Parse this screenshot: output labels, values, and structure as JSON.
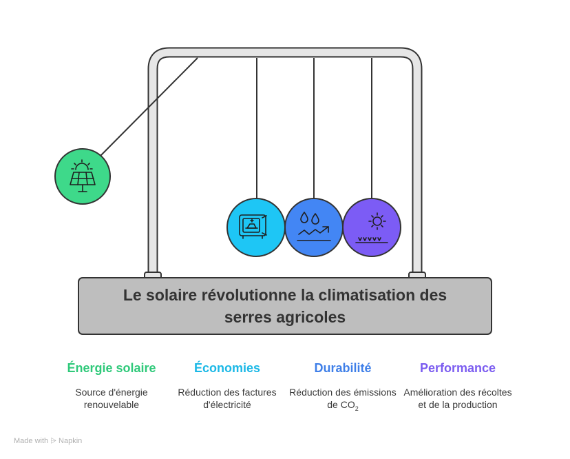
{
  "title": "Le solaire révolutionne la climatisation des serres agricoles",
  "colors": {
    "green": "#3ed98a",
    "cyan": "#1ec6f5",
    "blue": "#4386f4",
    "purple": "#7c5cf5",
    "frame": "#e6e6e6",
    "base": "#bebebe",
    "outline": "#333333"
  },
  "features": [
    {
      "title": "Énergie solaire",
      "desc": "Source d'énergie renouvelable",
      "icon": "solar-panel-icon",
      "color": "#2fc97a"
    },
    {
      "title": "Économies",
      "desc": "Réduction des factures d'électricité",
      "icon": "safe-icon",
      "color": "#1bb8e6"
    },
    {
      "title": "Durabilité",
      "desc_main": "Réduction des émissions de CO",
      "desc_sub": "2",
      "icon": "water-drops-growth-icon",
      "color": "#3f7fe8"
    },
    {
      "title": "Performance",
      "desc": "Amélioration des récoltes et de la production",
      "icon": "sun-crop-icon",
      "color": "#7b5cf0"
    }
  ],
  "footer": "Made with ⩥ Napkin"
}
